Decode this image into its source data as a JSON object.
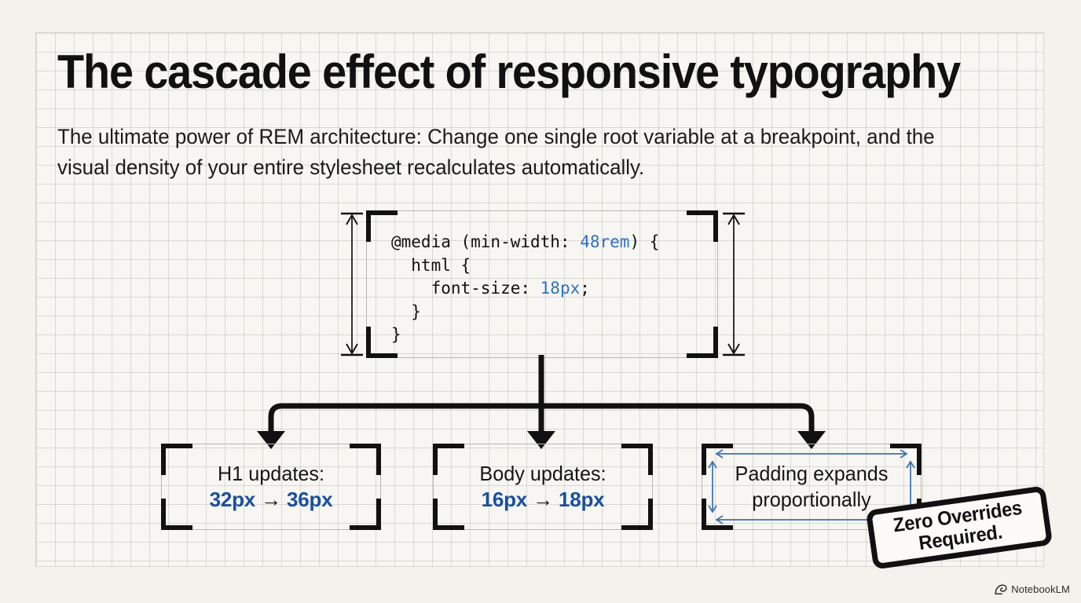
{
  "slide": {
    "title": "The cascade effect of responsive typography",
    "subtitle": "The ultimate power of REM architecture: Change one single root variable at a breakpoint, and the visual density of your entire stylesheet recalculates automatically."
  },
  "code_block": {
    "lines": [
      {
        "text": "@media (min-width: ",
        "value": "48rem",
        "tail": ") {"
      },
      {
        "text": "  html {",
        "value": "",
        "tail": ""
      },
      {
        "text": "    font-size: ",
        "value": "18px",
        "tail": ";"
      },
      {
        "text": "  }",
        "value": "",
        "tail": ""
      },
      {
        "text": "}",
        "value": "",
        "tail": ""
      }
    ],
    "full_text": "@media (min-width: 48rem) {\n  html {\n    font-size: 18px;\n  }\n}",
    "left_dimension_label": "",
    "right_dimension_label": ""
  },
  "results": [
    {
      "id": "h1",
      "line1": "H1 updates:",
      "line2_from": "32px",
      "line2_arrow": "→",
      "line2_to": "36px"
    },
    {
      "id": "body",
      "line1": "Body updates:",
      "line2_from": "16px",
      "line2_arrow": "→",
      "line2_to": "18px"
    },
    {
      "id": "padding",
      "line1": "Padding expands",
      "line2": "proportionally"
    }
  ],
  "sticky_note": {
    "line1": "Zero Overrides",
    "line2": "Required."
  },
  "watermark": {
    "label": "NotebookLM",
    "icon": "notebooklm-spiral-icon"
  },
  "colors": {
    "page_background": "#f3f2ed",
    "panel_background": "#f7f6f2",
    "grid_line": "#96989133",
    "ink": "#111111",
    "code_value_blue": "#2f6fc4",
    "result_blue": "#1a4fa0",
    "measure_blue": "#3c6fb4",
    "panel_border": "#d8d7d0"
  }
}
